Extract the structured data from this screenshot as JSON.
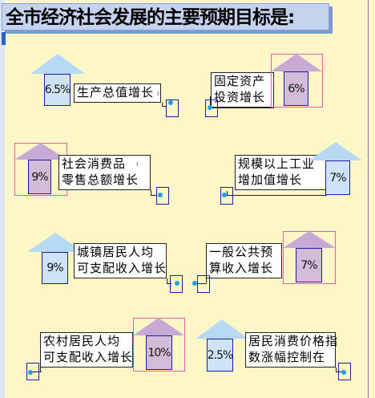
{
  "title": "全市经济社会发展的主要预期目标是:",
  "targets": [
    {
      "label_lines": [
        "生产总值增长"
      ],
      "value": "6.5%",
      "color": "blue"
    },
    {
      "label_lines": [
        "固定资产",
        "投资增长"
      ],
      "value": "6%",
      "color": "purple"
    },
    {
      "label_lines": [
        "社会消费品",
        "零售总额增长"
      ],
      "value": "9%",
      "color": "purple"
    },
    {
      "label_lines": [
        "规模以上工业",
        "增加值增长"
      ],
      "value": "7%",
      "color": "blue"
    },
    {
      "label_lines": [
        "城镇居民人均",
        "可支配收入增长"
      ],
      "value": "9%",
      "color": "blue"
    },
    {
      "label_lines": [
        "一般公共预",
        "算收入增长"
      ],
      "value": "7%",
      "color": "purple"
    },
    {
      "label_lines": [
        "农村居民人均",
        "可支配收入增长"
      ],
      "value": "10%",
      "color": "purple"
    },
    {
      "label_lines": [
        "居民消费价格指",
        "数涨幅控制在"
      ],
      "value": "2.5%",
      "color": "blue"
    }
  ],
  "colors": {
    "background": "#fdf7c8",
    "title_background": "#c6d3ee",
    "arrow_blue": "#b8d9f3",
    "arrow_purple": "#c8a8d4",
    "highlight_border": "#ee5aa8",
    "box_border": "#1c1ca8",
    "connector_dot": "#1aa0e6"
  }
}
